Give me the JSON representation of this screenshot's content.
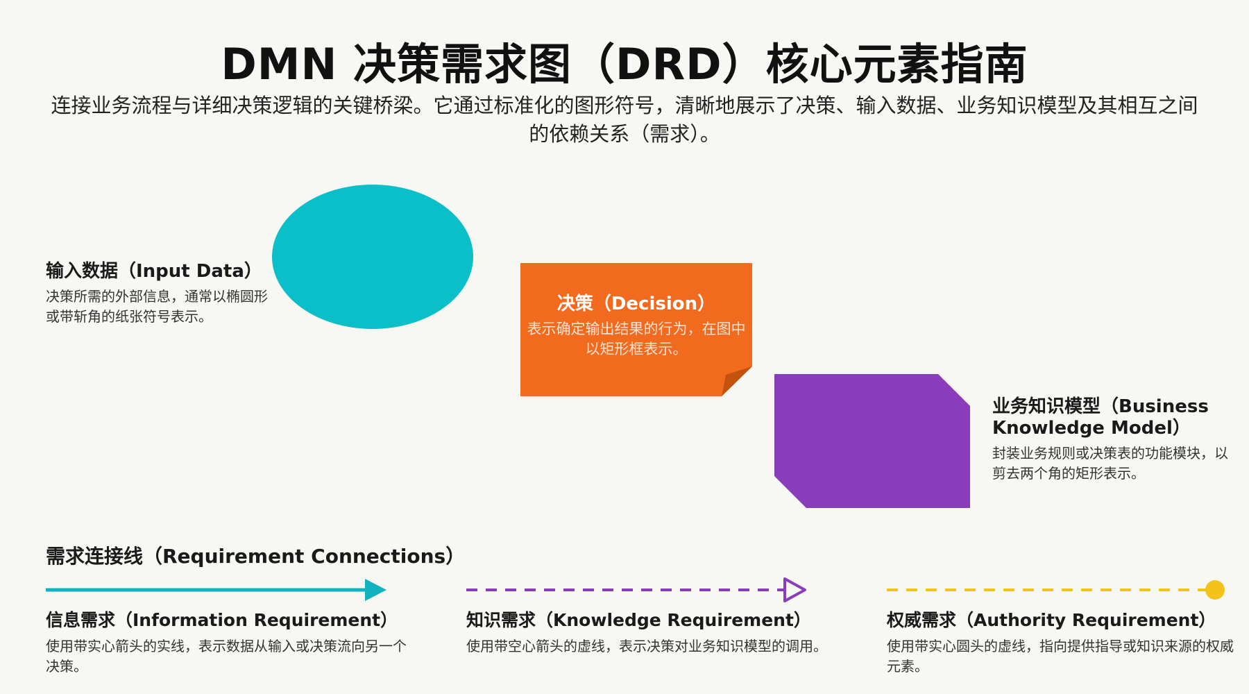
{
  "title": "DMN 决策需求图（DRD）核心元素指南",
  "subtitle": "连接业务流程与详细决策逻辑的关键桥梁。它通过标准化的图形符号，清晰地展示了决策、输入数据、业务知识模型及其相互之间的依赖关系（需求）。",
  "input_data": {
    "title": "输入数据（Input Data）",
    "desc": "决策所需的外部信息，通常以椭圆形或带斩角的纸张符号表示。",
    "color": "#0bbfc9"
  },
  "decision": {
    "title": "决策（Decision）",
    "desc": "表示确定输出结果的行为，在图中以矩形框表示。",
    "color": "#f26a1e"
  },
  "bkm": {
    "title": "业务知识模型（Business Knowledge Model）",
    "desc": "封装业务规则或决策表的功能模块，以剪去两个角的矩形表示。",
    "color": "#8a3dbb"
  },
  "connections": {
    "heading": "需求连接线（Requirement Connections）",
    "information": {
      "title": "信息需求（Information Requirement）",
      "desc": "使用带实心箭头的实线，表示数据从输入或决策流向另一个决策。",
      "color": "#12b3bf"
    },
    "knowledge": {
      "title": "知识需求（Knowledge Requirement）",
      "desc": "使用带空心箭头的虚线，表示决策对业务知识模型的调用。",
      "color": "#8a3dbb"
    },
    "authority": {
      "title": "权威需求（Authority Requirement）",
      "desc": "使用带实心圆头的虚线，指向提供指导或知识来源的权威元素。",
      "color": "#f2c21d"
    }
  }
}
